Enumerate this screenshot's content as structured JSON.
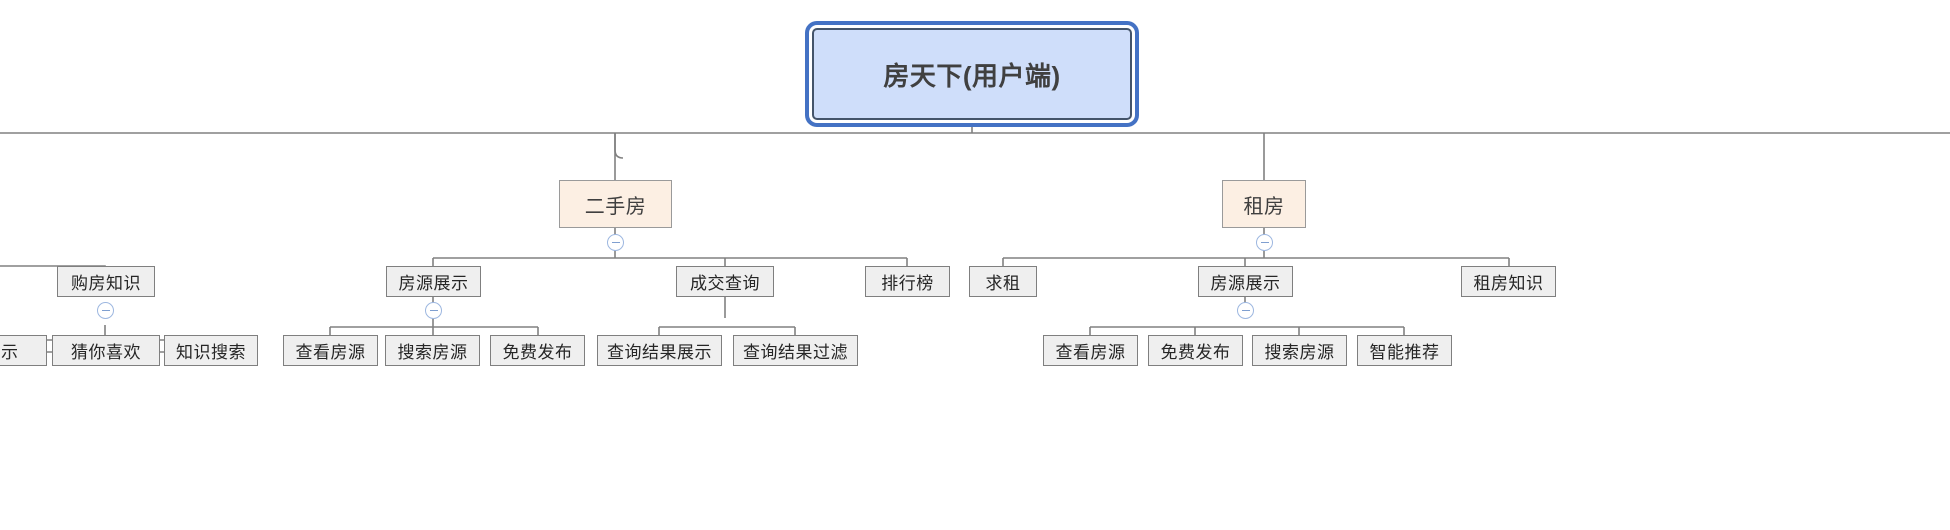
{
  "diagram": {
    "type": "mindmap-tree",
    "title": "房天下(用户端)",
    "orientation": "top-down",
    "colors": {
      "root_fill": "#cfdefa",
      "root_border": "#44546a",
      "root_outer_glow": "#4472c4",
      "category_fill": "#fcefe3",
      "category_border": "#9a9a9a",
      "node_fill": "#efefef",
      "node_border": "#7f7f7f",
      "connector": "#808080",
      "toggle_border": "#9db7e0",
      "toggle_icon": "#7f9fd0",
      "background": "#ffffff"
    },
    "root": {
      "label": "房天下(用户端)"
    },
    "categories": [
      {
        "id": "ershoufang",
        "label": "二手房"
      },
      {
        "id": "zufang",
        "label": "租房"
      }
    ],
    "branches": {
      "left_clipped": {
        "note": "branch clipped at left edge of viewport",
        "mid": [
          {
            "label": "购房知识"
          }
        ],
        "leaves": [
          {
            "label": "展示",
            "clipped": true
          },
          {
            "label": "猜你喜欢"
          },
          {
            "label": "知识搜索"
          }
        ]
      },
      "ershoufang": {
        "mid": [
          {
            "label": "房源展示"
          },
          {
            "label": "成交查询"
          },
          {
            "label": "排行榜"
          }
        ],
        "leaves_fangyuanzhanshi": [
          {
            "label": "查看房源"
          },
          {
            "label": "搜索房源"
          },
          {
            "label": "免费发布"
          }
        ],
        "leaves_chengjiaochaxun": [
          {
            "label": "查询结果展示"
          },
          {
            "label": "查询结果过滤"
          }
        ]
      },
      "zufang": {
        "mid": [
          {
            "label": "求租"
          },
          {
            "label": "房源展示"
          },
          {
            "label": "租房知识"
          }
        ],
        "leaves_fangyuanzhanshi": [
          {
            "label": "查看房源"
          },
          {
            "label": "免费发布"
          },
          {
            "label": "搜索房源"
          },
          {
            "label": "智能推荐"
          }
        ]
      }
    },
    "toggles": [
      {
        "id": "toggle-ershoufang",
        "state": "expanded",
        "glyph": "minus"
      },
      {
        "id": "toggle-zufang",
        "state": "expanded",
        "glyph": "minus"
      },
      {
        "id": "toggle-gouFangZhiShi",
        "state": "expanded",
        "glyph": "minus"
      },
      {
        "id": "toggle-ershou-fangyuan",
        "state": "expanded",
        "glyph": "minus"
      },
      {
        "id": "toggle-zufang-fangyuan",
        "state": "expanded",
        "glyph": "minus"
      }
    ]
  }
}
